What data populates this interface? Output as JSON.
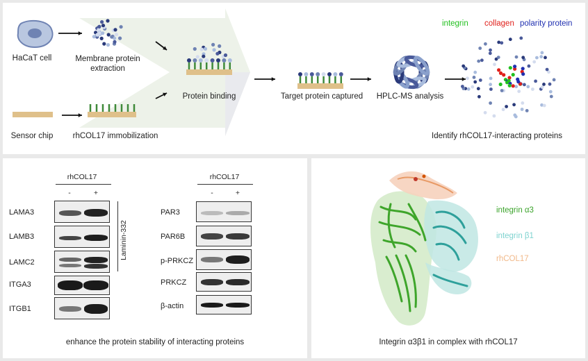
{
  "workflow": {
    "hacat_label": "HaCaT cell",
    "membrane_label": "Membrane protein\nextraction",
    "sensor_label": "Sensor chip",
    "immob_label": "rhCOL17 immobilization",
    "binding_label": "Protein binding",
    "captured_label": "Target protein captured",
    "hplc_label": "HPLC-MS analysis",
    "identify_label": "Identify rhCOL17-interacting proteins",
    "legend": [
      {
        "label": "integrin",
        "color": "#22c01f"
      },
      {
        "label": "collagen",
        "color": "#e0201b"
      },
      {
        "label": "polarity protein",
        "color": "#1f2fb0"
      }
    ]
  },
  "blots_left": {
    "header": "rhCOL17",
    "minus": "-",
    "plus": "+",
    "bracket_label": "Laminin-332",
    "rows": [
      "LAMA3",
      "LAMB3",
      "LAMC2",
      "ITGA3",
      "ITGB1"
    ]
  },
  "blots_right": {
    "header": "rhCOL17",
    "minus": "-",
    "plus": "+",
    "rows": [
      "PAR3",
      "PAR6B",
      "p-PRKCZ",
      "PRKCZ",
      "β-actin"
    ]
  },
  "bottom_left_caption": "enhance the protein stability of interacting proteins",
  "structure": {
    "labels": [
      {
        "label": "integrin α3",
        "color": "#3aa32a"
      },
      {
        "label": "integrin β1",
        "color": "#7fd3d0"
      },
      {
        "label": "rhCOL17",
        "color": "#f1b98a"
      }
    ],
    "caption": "Integrin α3β1 in complex with rhCOL17"
  }
}
